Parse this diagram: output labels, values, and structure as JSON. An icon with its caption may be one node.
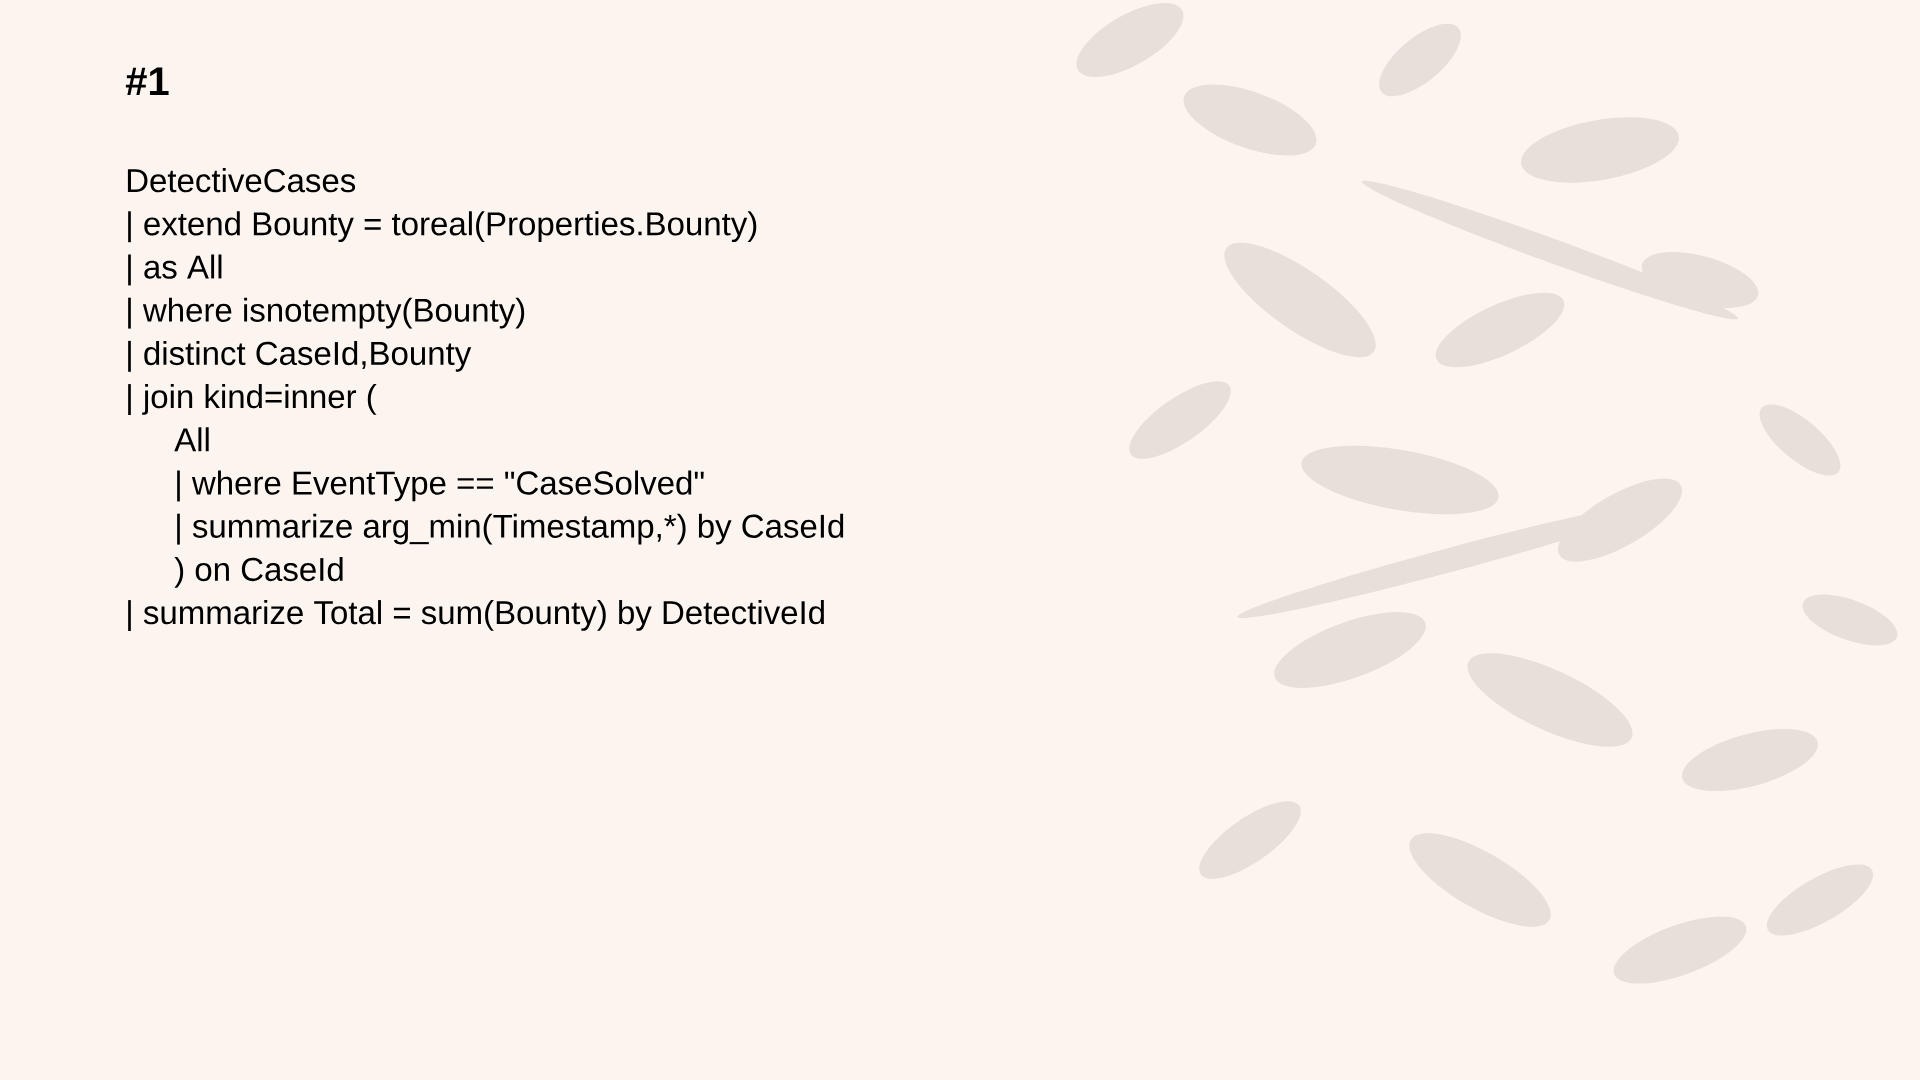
{
  "diagram": {
    "title": "#1",
    "labels": [
      "DetectiveCases",
      "| extend Bounty = toreal(Properties.Bounty)",
      "| as All",
      "| where isnotempty(Bounty)",
      "| distinct CaseId,Bounty",
      "| join kind=inner (",
      "All",
      "| where EventType == \"CaseSolved\"",
      "| summarize arg_min(Timestamp,*) by CaseId",
      ") on CaseId",
      "| summarize Total = sum(Bounty) by DetectiveId"
    ]
  }
}
